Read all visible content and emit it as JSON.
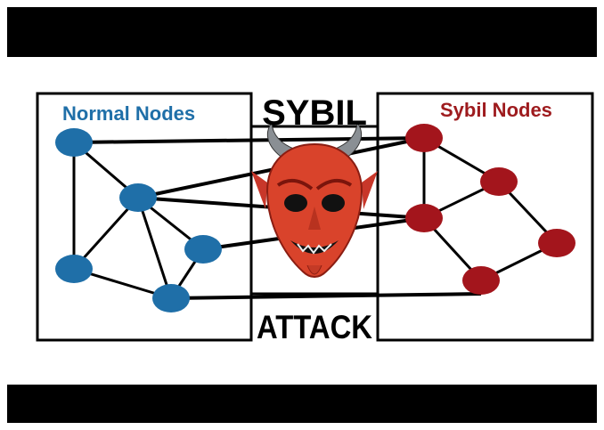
{
  "labels": {
    "normal_nodes": "Normal Nodes",
    "sybil_nodes": "Sybil Nodes",
    "sybil": "SYBIL",
    "attack": "ATTACK"
  },
  "colors": {
    "normal_node": "#1f6fa8",
    "sybil_node": "#a3151c",
    "edge": "#000000",
    "devil": "#d9432b"
  },
  "icons": {
    "center": "devil-mask-icon"
  }
}
